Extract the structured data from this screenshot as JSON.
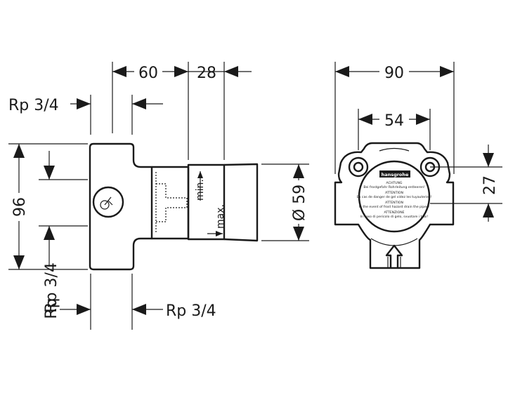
{
  "side_view": {
    "dim_60": "60",
    "dim_28": "28",
    "dim_96": "96",
    "dim_d59": "Ø 59",
    "label_rp_top": "Rp 3/4",
    "label_rp_left": "Rp 3/4",
    "label_rp_bottom_left": "Rp",
    "label_rp_bottom_right": "Rp 3/4",
    "label_min": "min.",
    "label_max": "max."
  },
  "front_view": {
    "dim_90": "90",
    "dim_54": "54",
    "dim_27": "27",
    "label_brand": "hansgrohe",
    "label_lines": [
      "ACHTUNG",
      "Bei frostgefahr Rohrleitung entleeren!",
      "ATTENTION",
      "En cas de danger de gel videz les tuyauteries!",
      "ATTENTION",
      "In the event of frost hazard drain the pipes!",
      "ATTENZIONE",
      "In caso di pericolo di gelo, svuotare i tubi!"
    ]
  }
}
